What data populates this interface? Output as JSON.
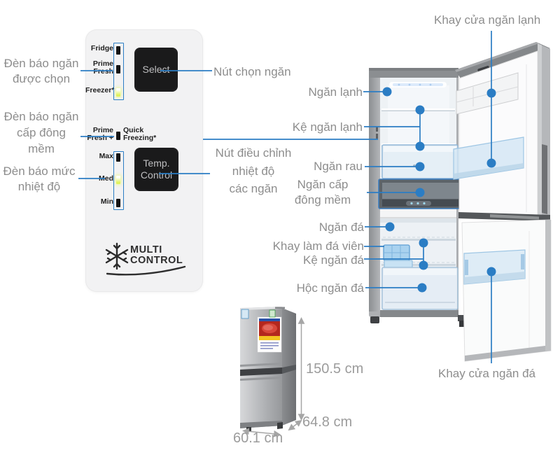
{
  "labels": {
    "left": {
      "selected_light": "Đèn báo ngăn\nđược chọn",
      "soft_freeze_light": "Đèn báo ngăn\ncấp đông\nmềm",
      "temp_level_light": "Đèn báo mức\nnhiệt độ"
    },
    "panel_notes": {
      "select_note": "Nút chọn ngăn",
      "temp_note": "Nút điều chỉnh\nnhiệt độ\ncác ngăn"
    },
    "fridge": {
      "door_tray_top": "Khay cửa ngăn lạnh",
      "fridge_comp": "Ngăn lạnh",
      "fridge_shelf": "Kệ ngăn lạnh",
      "veg_drawer": "Ngăn rau",
      "soft_freeze": "Ngăn cấp\nđông mềm",
      "freezer_comp": "Ngăn đá",
      "ice_tray": "Khay làm đá viên",
      "freezer_shelf": "Kệ ngăn đá",
      "freezer_drawer": "Hộc ngăn đá",
      "door_tray_bottom": "Khay cửa ngăn đá"
    }
  },
  "control_panel": {
    "compartments": [
      {
        "label": "Fridge",
        "lit": false
      },
      {
        "label": "Prime\nFresh",
        "lit": false
      },
      {
        "label": "Freezer*",
        "lit": true
      }
    ],
    "select_button": "Select",
    "soft_freeze_mode": {
      "left": "Prime\nFresh +",
      "right": "Quick\nFreezing*",
      "lit": false
    },
    "temp_levels": [
      {
        "label": "Max",
        "lit": false
      },
      {
        "label": "Med",
        "lit": true
      },
      {
        "label": "Min",
        "lit": false
      }
    ],
    "temp_button": "Temp.\nControl",
    "logo": {
      "line1": "MULTI",
      "line2": "CONTROL"
    }
  },
  "dimensions": {
    "height": "150.5 cm",
    "depth": "64.8 cm",
    "width": "60.1 cm"
  },
  "colors": {
    "accent": "#2b7dc4",
    "label_text": "#8d8d8d",
    "dim_text": "#9c9c9c"
  }
}
